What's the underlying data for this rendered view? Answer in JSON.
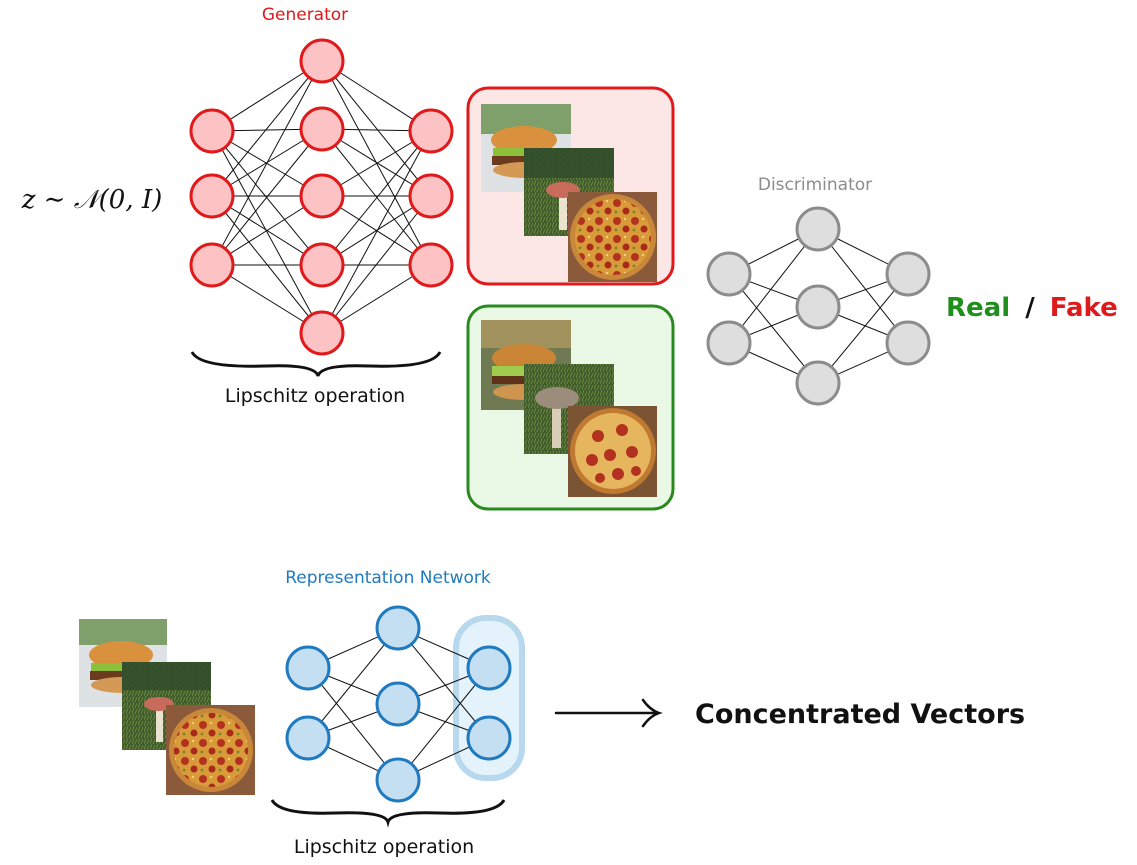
{
  "generator": {
    "title": "Generator",
    "caption": "Lipschitz operation",
    "color": "#e0191b",
    "fill": "#fdc2c4",
    "layers": [
      3,
      5,
      3
    ]
  },
  "latent": {
    "text": "z ∼ 𝒩(0, I)"
  },
  "generated_samples": {
    "border": "#e0191b",
    "fill": "#fde6e6",
    "images": [
      "burger-image",
      "mushroom-image",
      "pizza-image"
    ]
  },
  "real_samples": {
    "border": "#2a8a1f",
    "fill": "#eaf9e5",
    "images": [
      "burger-image",
      "mushroom-image",
      "pizza-image"
    ]
  },
  "discriminator": {
    "title": "Discriminator",
    "color": "#8c8c8c",
    "fill": "#dedede",
    "layers": [
      2,
      3,
      2
    ]
  },
  "verdict": {
    "real": "Real",
    "separator": "/",
    "fake": "Fake",
    "real_color": "#1f8e1a",
    "fake_color": "#e0191b"
  },
  "representation": {
    "title": "Representation Network",
    "caption": "Lipschitz operation",
    "color": "#1f7ac0",
    "fill": "#c4def2",
    "layers": [
      2,
      3,
      2
    ],
    "images": [
      "burger-image",
      "mushroom-image",
      "pizza-image"
    ]
  },
  "output": {
    "label": "Concentrated Vectors"
  }
}
